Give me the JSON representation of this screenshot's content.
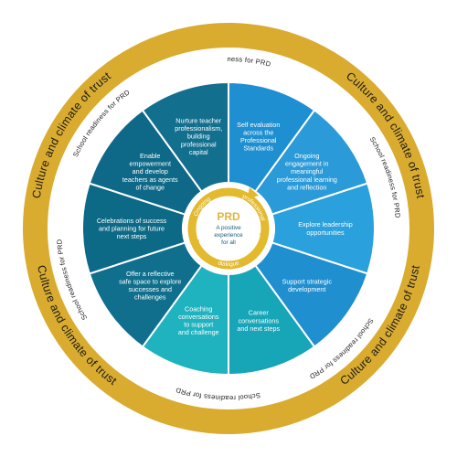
{
  "outer_ring": {
    "label": "Culture and climate of trust",
    "color": "#d9ab2f"
  },
  "middle_ring": {
    "label": "School readiness for PRD"
  },
  "hub": {
    "title": "PRD",
    "subtitle_lines": [
      "A positive",
      "experience",
      "for all"
    ],
    "arc_words": [
      "Ongoing",
      "professional",
      "dialogue"
    ],
    "arrow_color": "#e3b92e"
  },
  "segments": [
    {
      "lines": [
        "Self evaluation",
        "across the",
        "Professional",
        "Standards"
      ],
      "color": "#1e8fd1"
    },
    {
      "lines": [
        "Ongoing",
        "engagement in",
        "meaningful",
        "professional learning",
        "and reflection"
      ],
      "color": "#2a9ad8"
    },
    {
      "lines": [
        "Explore leadership",
        "opportunities"
      ],
      "color": "#2aa0dc"
    },
    {
      "lines": [
        "Support strategic",
        "development"
      ],
      "color": "#1f8fd0"
    },
    {
      "lines": [
        "Career",
        "conversations",
        "and next steps"
      ],
      "color": "#17a5b8"
    },
    {
      "lines": [
        "Coaching",
        "conversations",
        "to support",
        "and challenge"
      ],
      "color": "#1fb2bf"
    },
    {
      "lines": [
        "Offer a reflective",
        "safe space to explore",
        "successes and",
        "challenges"
      ],
      "color": "#0f6f8c"
    },
    {
      "lines": [
        "Celebrations of success",
        "and planning for future",
        "next steps"
      ],
      "color": "#0d6a86"
    },
    {
      "lines": [
        "Enable",
        "empowerment",
        "and develop",
        "teachers as agents",
        "of change"
      ],
      "color": "#0e6988"
    },
    {
      "lines": [
        "Nurture teacher",
        "professionalism,",
        "building",
        "professional",
        "capital"
      ],
      "color": "#126f8e"
    }
  ]
}
